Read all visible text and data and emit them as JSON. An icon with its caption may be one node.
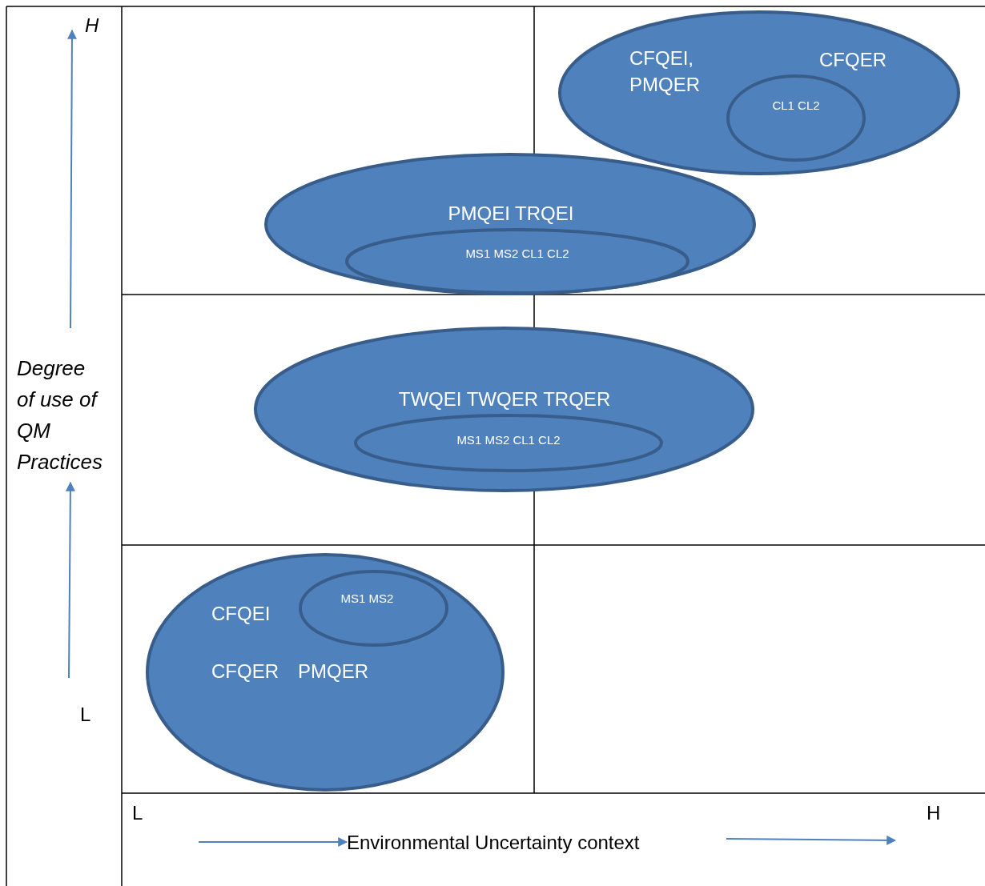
{
  "diagram": {
    "nodes": [
      {
        "text": [
          "CFQEI, PMQER",
          "CFQER"
        ]
      },
      {
        "text": [
          "CL1 CL2"
        ],
        "in": 0
      },
      {
        "text": [
          "PMQEI TRQEI"
        ]
      },
      {
        "text": [
          "MS1 MS2 CL1 CL2"
        ],
        "in": 2
      },
      {
        "text": [
          "TWQEI TWQER TRQER"
        ]
      },
      {
        "text": [
          "MS1 MS2 CL1 CL2"
        ],
        "in": 4
      },
      {
        "text": [
          "CFQEI",
          "CFQER",
          "PMQER"
        ]
      },
      {
        "text": [
          "MS1 MS2"
        ],
        "in": 6
      }
    ],
    "labels": [
      "H",
      "Degree of use of QM Practices",
      "L",
      "L",
      "H",
      "Environmental Uncertainty context"
    ]
  }
}
